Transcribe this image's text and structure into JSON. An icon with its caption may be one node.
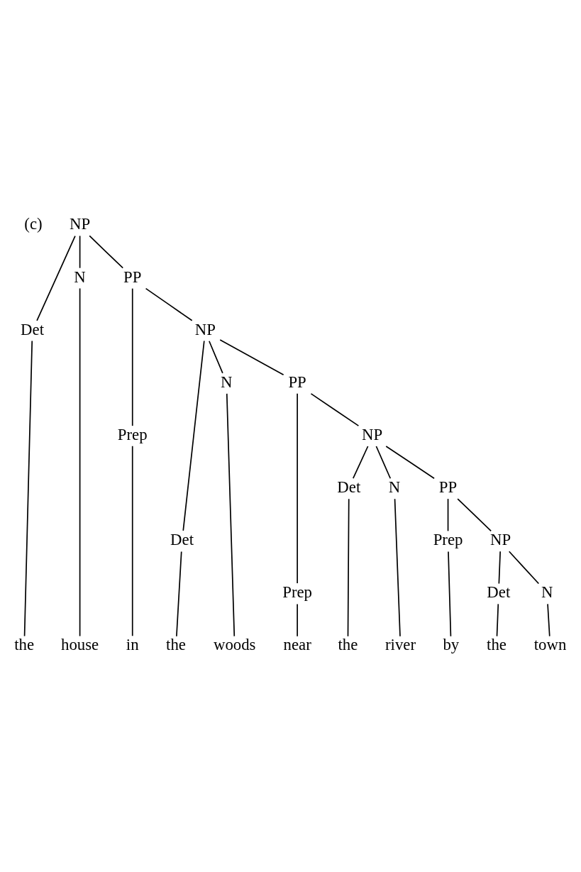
{
  "diagram": {
    "nodes": [
      {
        "text": [
          "NP"
        ]
      },
      {
        "text": [
          "Det"
        ]
      },
      {
        "text": [
          "N"
        ]
      },
      {
        "text": [
          "PP"
        ]
      },
      {
        "text": [
          "Prep"
        ]
      },
      {
        "text": [
          "NP"
        ]
      },
      {
        "text": [
          "Det"
        ]
      },
      {
        "text": [
          "N"
        ]
      },
      {
        "text": [
          "PP"
        ]
      },
      {
        "text": [
          "Prep"
        ]
      },
      {
        "text": [
          "NP"
        ]
      },
      {
        "text": [
          "Det"
        ]
      },
      {
        "text": [
          "N"
        ]
      },
      {
        "text": [
          "PP"
        ]
      },
      {
        "text": [
          "Prep"
        ]
      },
      {
        "text": [
          "NP"
        ]
      },
      {
        "text": [
          "Det"
        ]
      },
      {
        "text": [
          "N"
        ]
      },
      {
        "text": [
          "the"
        ]
      },
      {
        "text": [
          "house"
        ]
      },
      {
        "text": [
          "in"
        ]
      },
      {
        "text": [
          "the"
        ]
      },
      {
        "text": [
          "woods"
        ]
      },
      {
        "text": [
          "near"
        ]
      },
      {
        "text": [
          "the"
        ]
      },
      {
        "text": [
          "river"
        ]
      },
      {
        "text": [
          "by"
        ]
      },
      {
        "text": [
          "the"
        ]
      },
      {
        "text": [
          "town"
        ]
      }
    ],
    "edges": [
      {
        "from": 0,
        "to": 1,
        "arrow": "none"
      },
      {
        "from": 0,
        "to": 2,
        "arrow": "none"
      },
      {
        "from": 0,
        "to": 3,
        "arrow": "none"
      },
      {
        "from": 1,
        "to": 18,
        "arrow": "none"
      },
      {
        "from": 2,
        "to": 19,
        "arrow": "none"
      },
      {
        "from": 3,
        "to": 4,
        "arrow": "none"
      },
      {
        "from": 3,
        "to": 5,
        "arrow": "none"
      },
      {
        "from": 4,
        "to": 20,
        "arrow": "none"
      },
      {
        "from": 5,
        "to": 6,
        "arrow": "none"
      },
      {
        "from": 5,
        "to": 7,
        "arrow": "none"
      },
      {
        "from": 5,
        "to": 8,
        "arrow": "none"
      },
      {
        "from": 6,
        "to": 21,
        "arrow": "none"
      },
      {
        "from": 7,
        "to": 22,
        "arrow": "none"
      },
      {
        "from": 8,
        "to": 9,
        "arrow": "none"
      },
      {
        "from": 8,
        "to": 10,
        "arrow": "none"
      },
      {
        "from": 9,
        "to": 23,
        "arrow": "none"
      },
      {
        "from": 10,
        "to": 11,
        "arrow": "none"
      },
      {
        "from": 10,
        "to": 12,
        "arrow": "none"
      },
      {
        "from": 10,
        "to": 13,
        "arrow": "none"
      },
      {
        "from": 11,
        "to": 24,
        "arrow": "none"
      },
      {
        "from": 12,
        "to": 25,
        "arrow": "none"
      },
      {
        "from": 13,
        "to": 14,
        "arrow": "none"
      },
      {
        "from": 13,
        "to": 15,
        "arrow": "none"
      },
      {
        "from": 14,
        "to": 26,
        "arrow": "none"
      },
      {
        "from": 15,
        "to": 16,
        "arrow": "none"
      },
      {
        "from": 15,
        "to": 17,
        "arrow": "none"
      },
      {
        "from": 16,
        "to": 27,
        "arrow": "none"
      },
      {
        "from": 17,
        "to": 28,
        "arrow": "none"
      }
    ],
    "labels": [
      "(c)"
    ]
  }
}
